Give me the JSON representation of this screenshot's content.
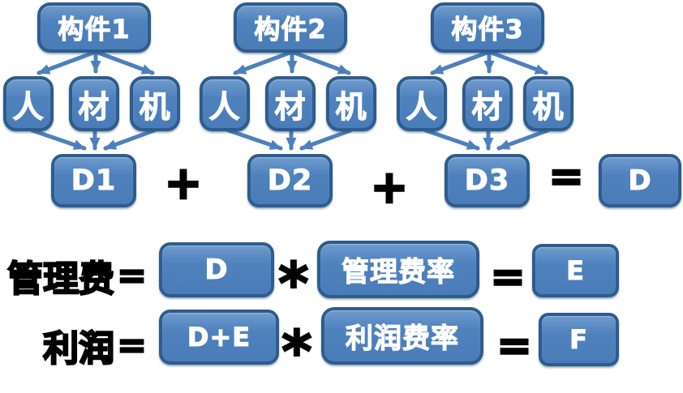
{
  "colors": {
    "box_fill": "#4f81bd",
    "box_border": "#2e5c8c",
    "arrow": "#4d80bc",
    "box_text": "#ffffff",
    "operator_text": "#000000",
    "background": "#ffffff"
  },
  "groups": [
    {
      "title": "构件1",
      "children": [
        "人",
        "材",
        "机"
      ],
      "result": "D1"
    },
    {
      "title": "构件2",
      "children": [
        "人",
        "材",
        "机"
      ],
      "result": "D2"
    },
    {
      "title": "构件3",
      "children": [
        "人",
        "材",
        "机"
      ],
      "result": "D3"
    }
  ],
  "sum_row": {
    "plus1": "+",
    "plus2": "+",
    "equals": "=",
    "total": "D"
  },
  "formulas": [
    {
      "label": "管理费",
      "eq1": "=",
      "operand1": "D",
      "op": "*",
      "operand2": "管理费率",
      "eq2": "=",
      "result": "E"
    },
    {
      "label": "利润",
      "eq1": "=",
      "operand1": "D+E",
      "op": "*",
      "operand2": "利润费率",
      "eq2": "=",
      "result": "F"
    }
  ]
}
